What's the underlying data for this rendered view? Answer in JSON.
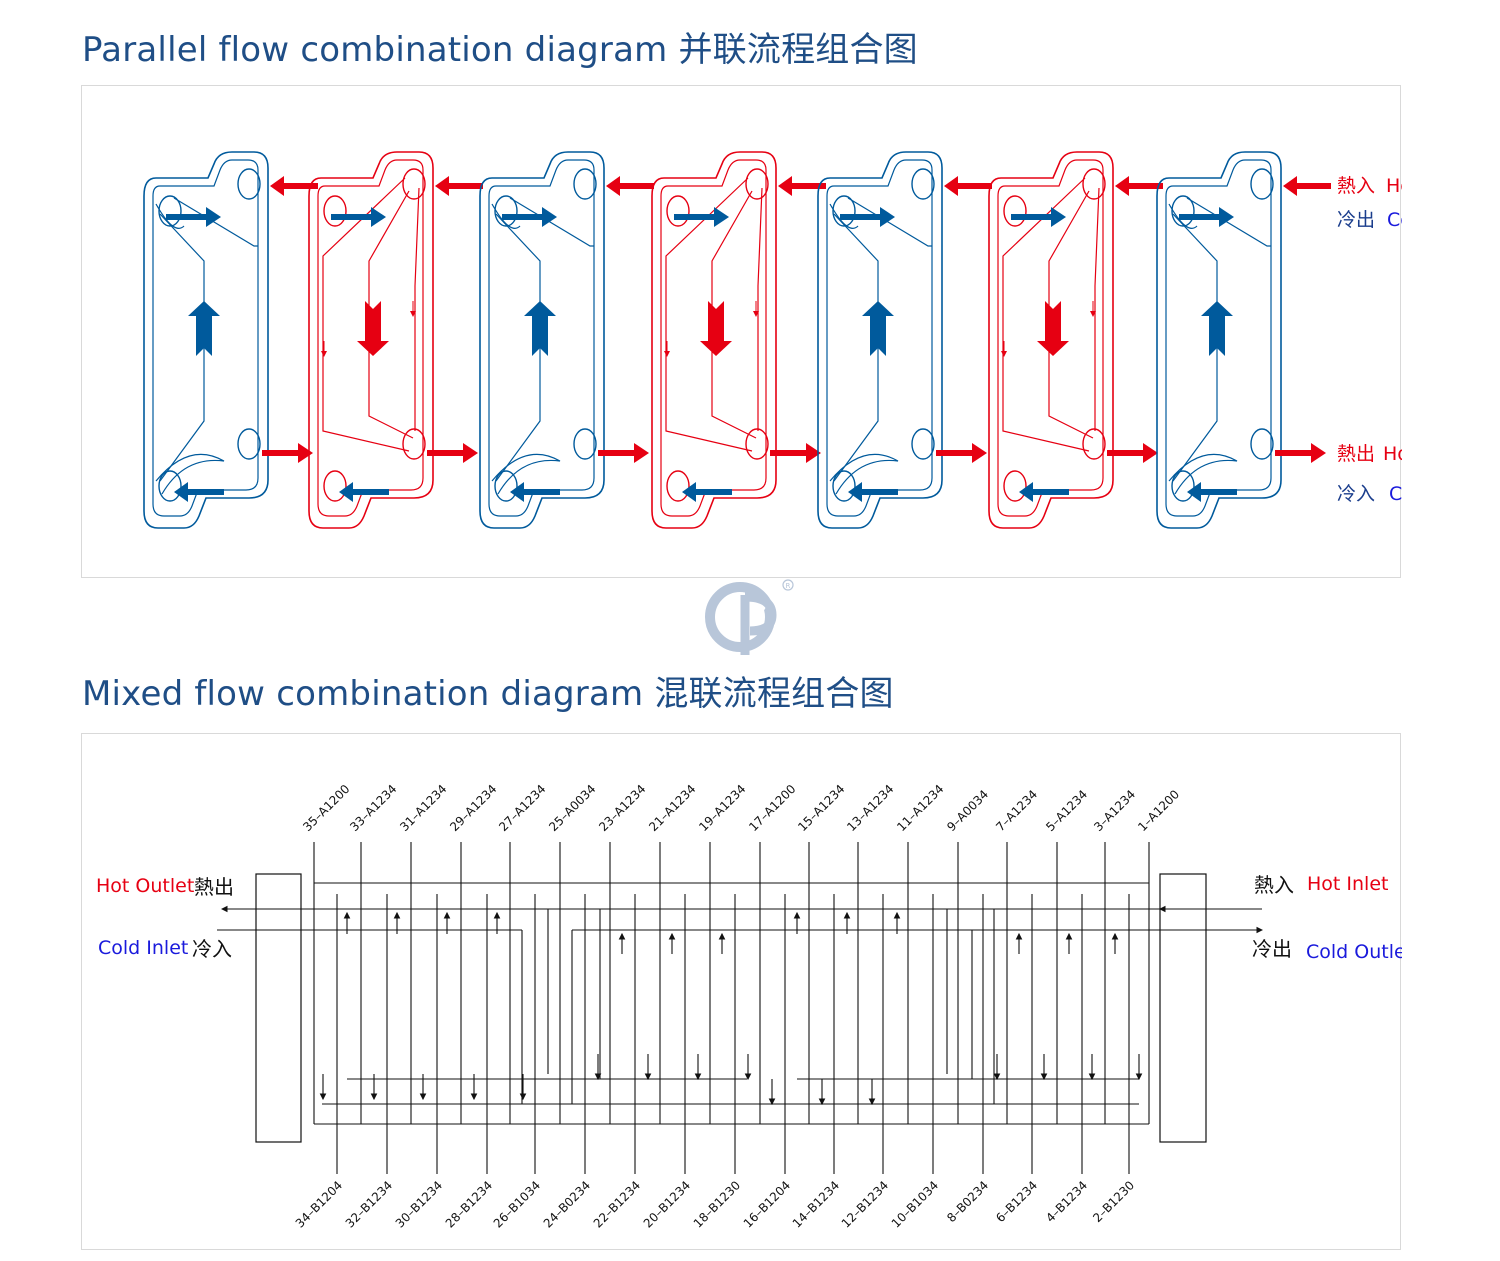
{
  "parallel": {
    "title": "Parallel flow combination diagram 并联流程组合图",
    "labels": {
      "hot_inlet_cn": "熱入",
      "hot_inlet_en": "Hot Inlet",
      "cold_outlet_cn": "冷出",
      "cold_outlet_en": "Cold Outlet",
      "hot_outlet_cn": "熱出",
      "hot_outlet_en": "Hot Outlet",
      "cold_inlet_cn": "冷入",
      "cold_inlet_en": "Cold Inlet"
    },
    "plates": [
      "cold",
      "hot",
      "cold",
      "hot",
      "cold",
      "hot",
      "cold"
    ]
  },
  "mixed": {
    "title": "Mixed flow combination diagram 混联流程组合图",
    "labels": {
      "hot_outlet_en": "Hot Outlet",
      "hot_outlet_cn": "熱出",
      "cold_inlet_en": "Cold Inlet",
      "cold_inlet_cn": "冷入",
      "hot_inlet_cn": "熱入",
      "hot_inlet_en": "Hot Inlet",
      "cold_outlet_cn": "冷出",
      "cold_outlet_en": "Cold Outlet"
    },
    "top_plates": [
      "35–A1200",
      "33–A1234",
      "31–A1234",
      "29–A1234",
      "27–A1234",
      "25–A0034",
      "23–A1234",
      "21–A1234",
      "19–A1234",
      "17–A1200",
      "15–A1234",
      "13–A1234",
      "11–A1234",
      "9–A0034",
      "7–A1234",
      "5–A1234",
      "3–A1234",
      "1–A1200"
    ],
    "bottom_plates": [
      "34–B1204",
      "32–B1234",
      "30–B1234",
      "28–B1234",
      "26–B1034",
      "24–B0234",
      "22–B1234",
      "20–B1234",
      "18–B1230",
      "16–B1204",
      "14–B1234",
      "12–B1234",
      "10–B1034",
      "8–B0234",
      "6–B1234",
      "4–B1234",
      "2–B1230"
    ]
  },
  "colors": {
    "title": "#1f4e86",
    "hot": "#e60012",
    "cold": "#005a9c",
    "hot_text": "#e60012",
    "cold_text": "#1a1adc",
    "line": "#111111"
  }
}
